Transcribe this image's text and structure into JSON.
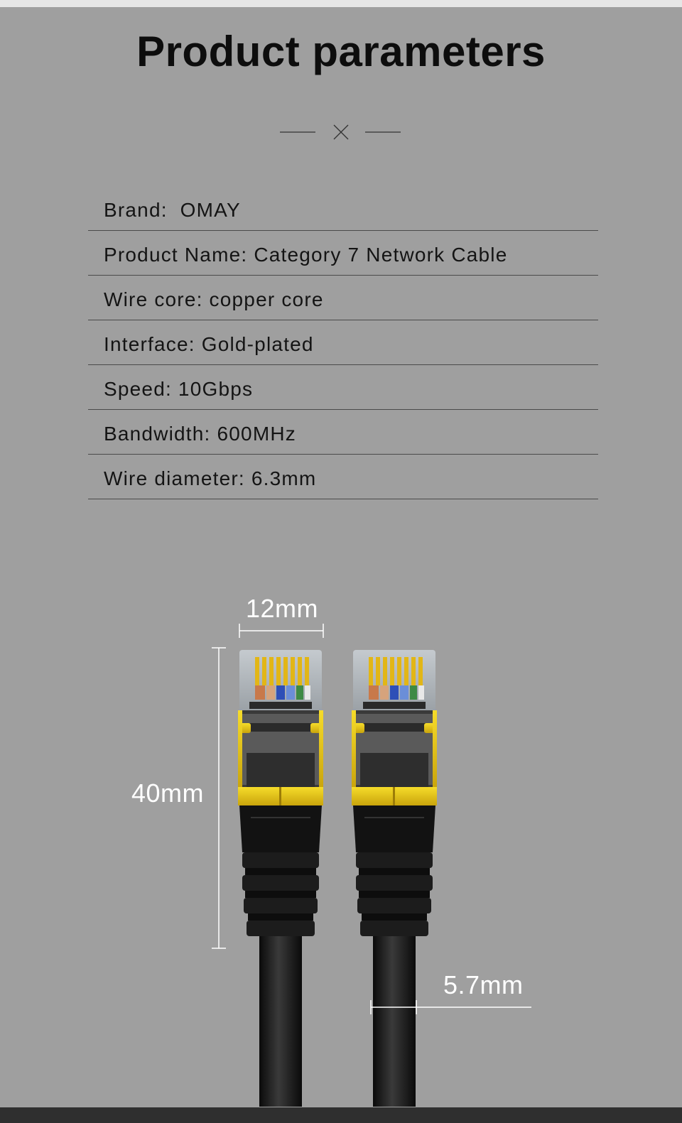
{
  "title": "Product parameters",
  "divider_icon": "x-cross-icon",
  "parameters": [
    "Brand:  OMAY",
    "Product Name: Category 7 Network Cable",
    "Wire core: copper core",
    "Interface: Gold-plated",
    "Speed: 10Gbps",
    "Bandwidth: 600MHz",
    "Wire diameter: 6.3mm"
  ],
  "dimensions": {
    "width": "12mm",
    "length": "40mm",
    "cable": "5.7mm"
  },
  "colors": {
    "background": "#9f9f9f",
    "connector_gold": "#e8c417",
    "cable_black": "#141414"
  }
}
